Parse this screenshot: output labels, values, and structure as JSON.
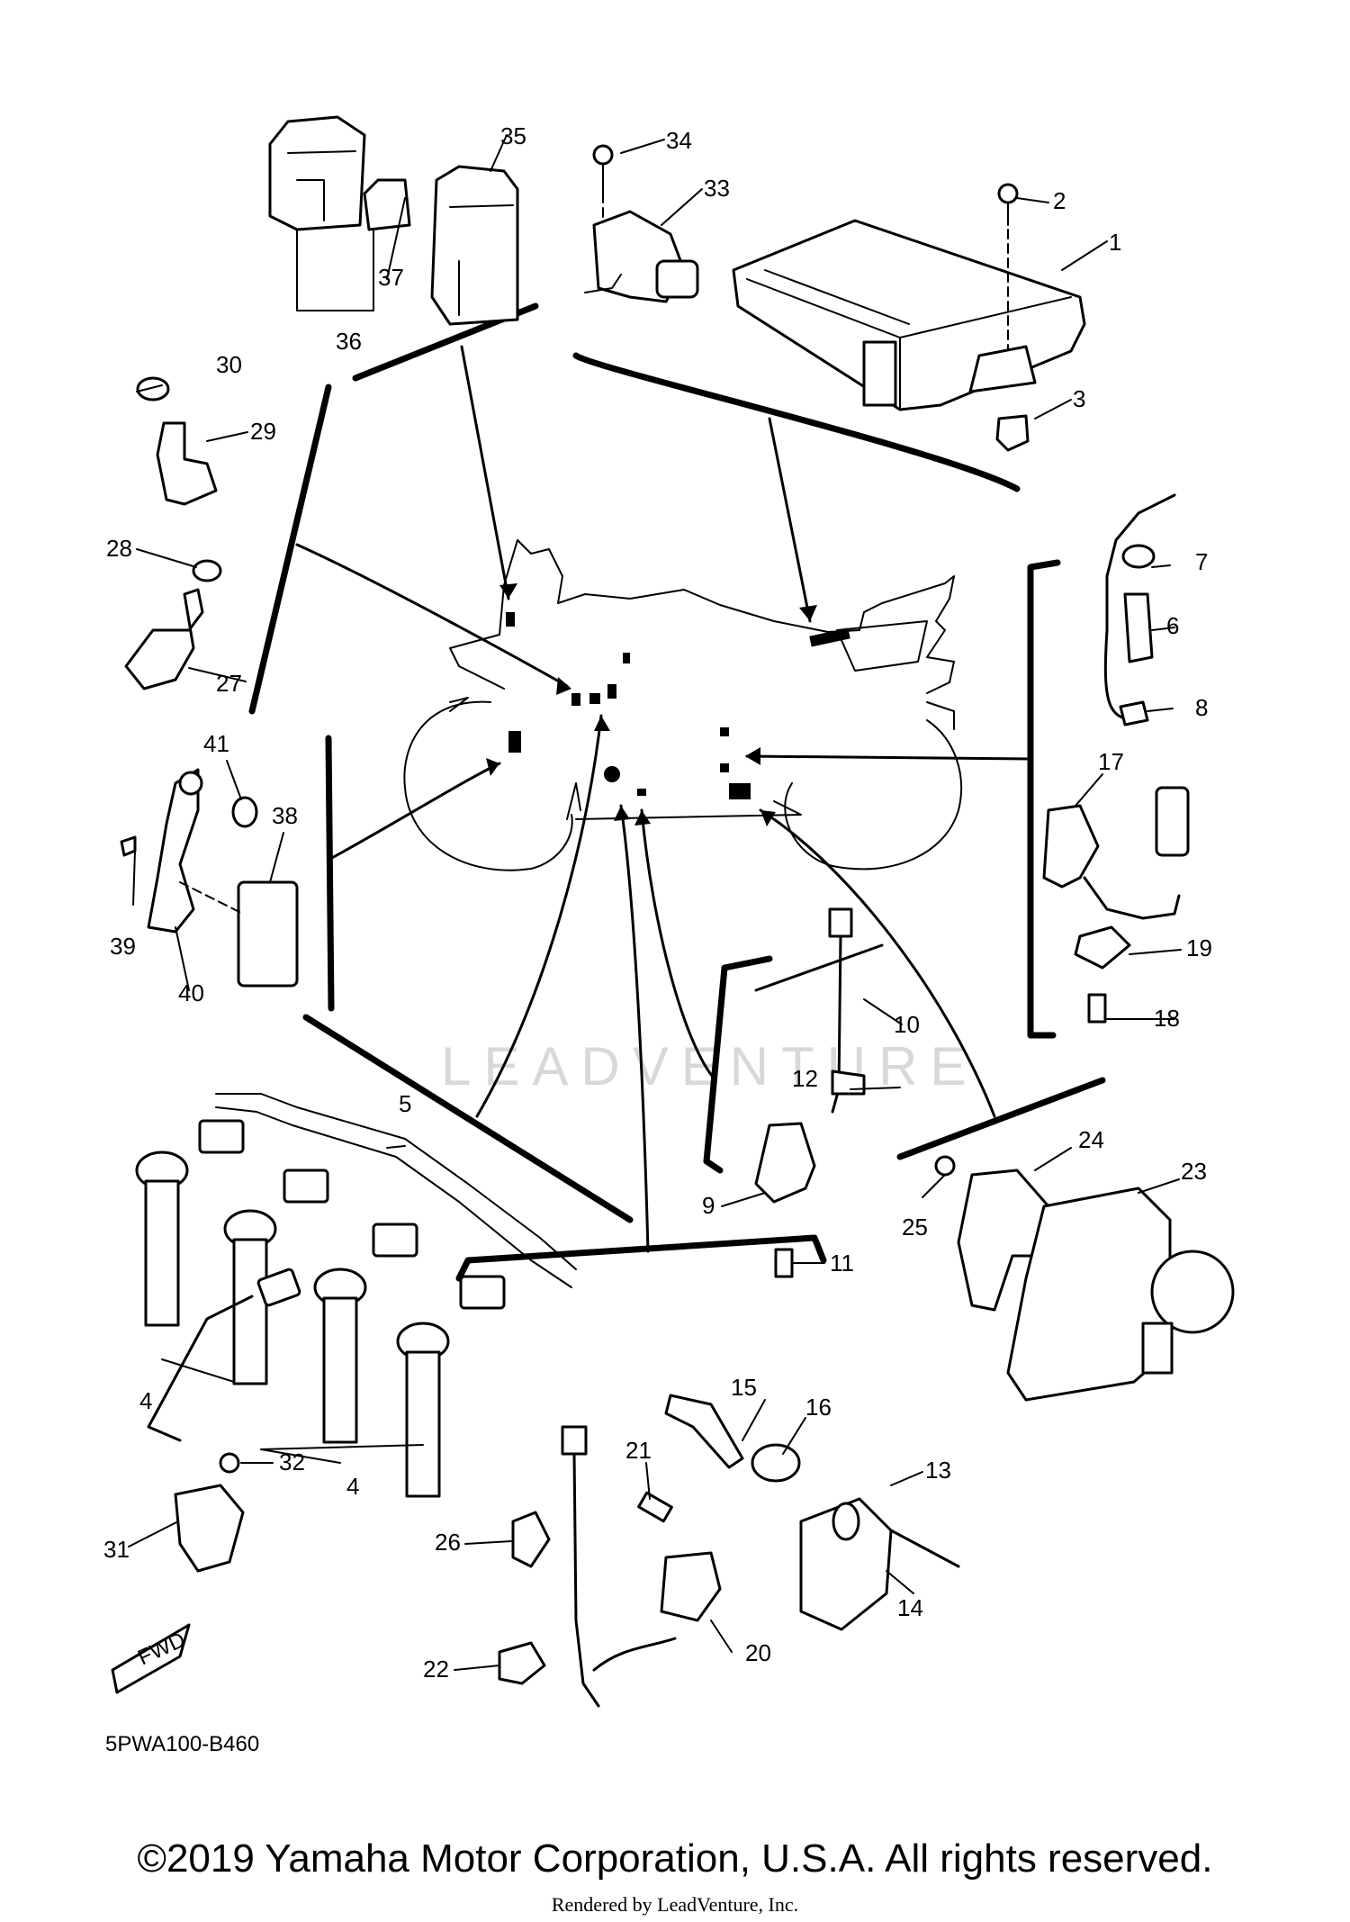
{
  "diagram": {
    "watermark": "LEADVENTURE",
    "part_code": "5PWA100-B460",
    "fwd_label": "FWD",
    "callouts": [
      "1",
      "2",
      "3",
      "4",
      "4",
      "5",
      "6",
      "7",
      "8",
      "9",
      "10",
      "11",
      "12",
      "13",
      "14",
      "15",
      "16",
      "17",
      "18",
      "19",
      "20",
      "21",
      "22",
      "23",
      "24",
      "25",
      "26",
      "27",
      "28",
      "29",
      "30",
      "31",
      "32",
      "33",
      "34",
      "35",
      "36",
      "37",
      "38",
      "39",
      "40",
      "41"
    ]
  },
  "footer": {
    "copyright": "©2019 Yamaha Motor Corporation, U.S.A. All rights reserved.",
    "rendered_by": "Rendered by LeadVenture, Inc."
  }
}
